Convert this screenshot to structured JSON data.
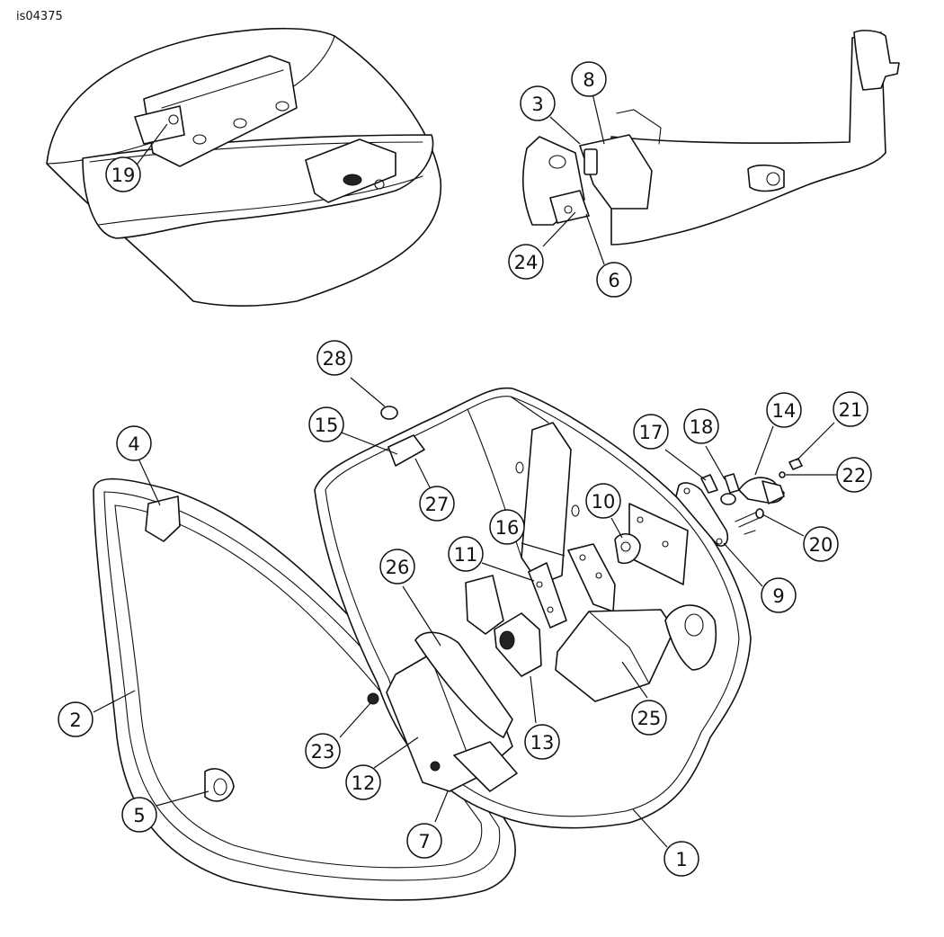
{
  "figure_id": "is04375",
  "callouts": [
    {
      "label": "19"
    },
    {
      "label": "8"
    },
    {
      "label": "3"
    },
    {
      "label": "24"
    },
    {
      "label": "6"
    },
    {
      "label": "28"
    },
    {
      "label": "15"
    },
    {
      "label": "27"
    },
    {
      "label": "4"
    },
    {
      "label": "26"
    },
    {
      "label": "16"
    },
    {
      "label": "11"
    },
    {
      "label": "10"
    },
    {
      "label": "17"
    },
    {
      "label": "18"
    },
    {
      "label": "14"
    },
    {
      "label": "21"
    },
    {
      "label": "22"
    },
    {
      "label": "20"
    },
    {
      "label": "9"
    },
    {
      "label": "2"
    },
    {
      "label": "23"
    },
    {
      "label": "12"
    },
    {
      "label": "13"
    },
    {
      "label": "25"
    },
    {
      "label": "5"
    },
    {
      "label": "7"
    },
    {
      "label": "1"
    }
  ]
}
